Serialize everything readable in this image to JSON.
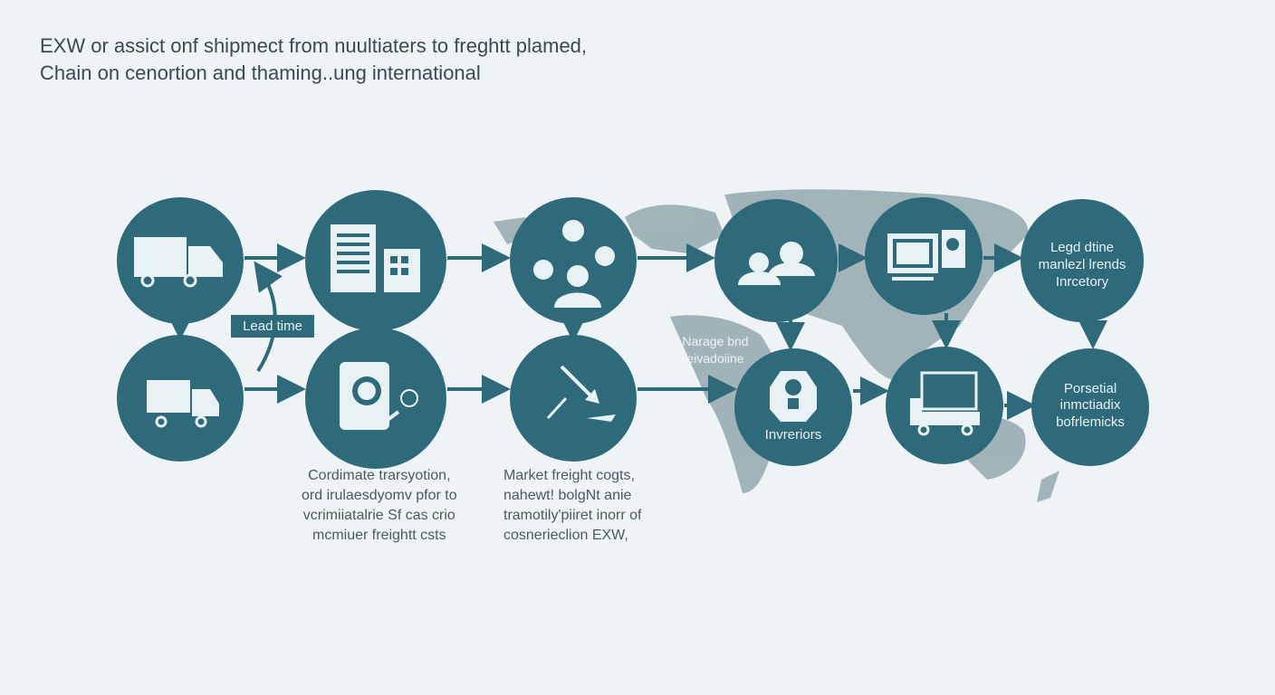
{
  "title": {
    "line1": "EXW or assict onf shipmect from nuultiaters to freghtt plamed,",
    "line2": "Chain on cenortion and thaming..ung international"
  },
  "lead_time_label": "Lead time",
  "map_label": {
    "line1": "Narage bnd",
    "line2": "eivadoiine"
  },
  "nodes": {
    "truck_top": {
      "icon": "truck-icon"
    },
    "documents": {
      "icon": "document-building-icon"
    },
    "locations": {
      "icon": "map-pin-person-icon"
    },
    "people": {
      "icon": "people-icon"
    },
    "computer": {
      "icon": "monitor-gear-icon"
    },
    "leadtime_node": {
      "line1": "Legd dtine",
      "line2": "manlezl lrends",
      "line3": "Inrcetory"
    },
    "truck_bottom": {
      "icon": "truck-icon"
    },
    "payment": {
      "icon": "payment-card-icon"
    },
    "cost_arrow": {
      "icon": "downward-arrow-icon"
    },
    "inventory": {
      "icon": "lightbulb-icon",
      "label": "Invreriors"
    },
    "cart": {
      "icon": "monitor-cart-icon"
    },
    "bottlenecks": {
      "line1": "Porsetial",
      "line2": "inmctiadix",
      "line3": "bofrlemicks"
    }
  },
  "captions": {
    "left": [
      "Cordimate trarsyotion,",
      "ord irulaesdyomv pfor to",
      "vcrimiiatalrie Sf cas crio",
      "mcmiuer freightt csts"
    ],
    "right": [
      "Market freight cogts,",
      "nahewt! bolgNt anie",
      "tramotily'piiret inorr of",
      "cosnerieclion EXW,"
    ]
  },
  "colors": {
    "teal": "#2e6a7a",
    "background": "#eef3f5",
    "map": "#93a8ae"
  }
}
